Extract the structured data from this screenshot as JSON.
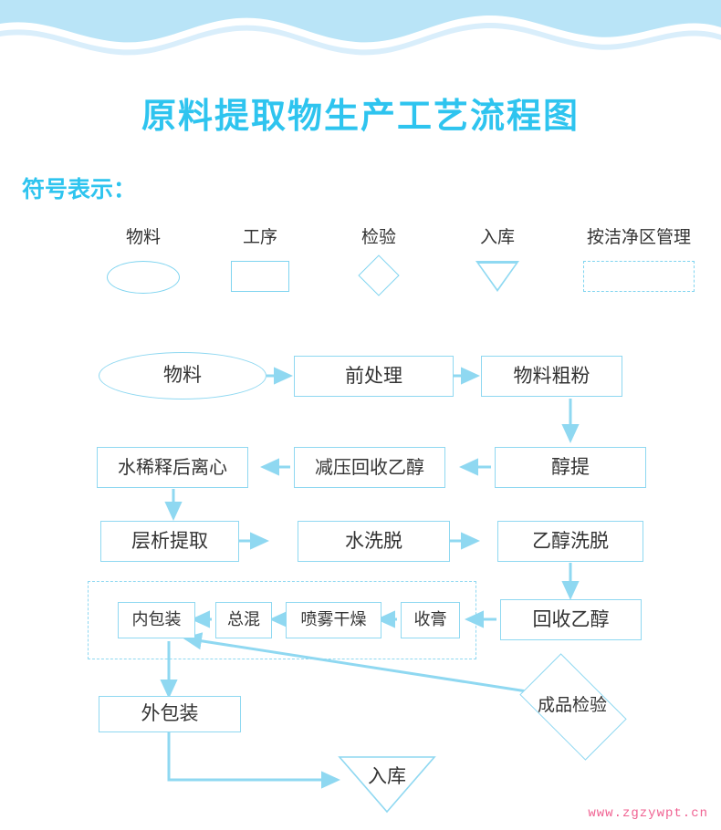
{
  "page": {
    "title": "原料提取物生产工艺流程图",
    "legend_title": "符号表示：",
    "watermark": "www.zgzywpt.cn",
    "accent_color": "#2ec4ef",
    "line_color": "#8fd8f1",
    "wave_color": "#b9e4f7",
    "watermark_color": "#f06292"
  },
  "legend": {
    "items": [
      {
        "label": "物料",
        "shape": "ellipse"
      },
      {
        "label": "工序",
        "shape": "rect"
      },
      {
        "label": "检验",
        "shape": "diamond"
      },
      {
        "label": "入库",
        "shape": "triangle"
      },
      {
        "label": "按洁净区管理",
        "shape": "dashed-rect"
      }
    ]
  },
  "flow": {
    "nodes": [
      {
        "id": "n1",
        "label": "物料",
        "shape": "ellipse"
      },
      {
        "id": "n2",
        "label": "前处理",
        "shape": "rect"
      },
      {
        "id": "n3",
        "label": "物料粗粉",
        "shape": "rect"
      },
      {
        "id": "n4",
        "label": "醇提",
        "shape": "rect"
      },
      {
        "id": "n5",
        "label": "减压回收乙醇",
        "shape": "rect"
      },
      {
        "id": "n6",
        "label": "水稀释后离心",
        "shape": "rect"
      },
      {
        "id": "n7",
        "label": "层析提取",
        "shape": "rect"
      },
      {
        "id": "n8",
        "label": "水洗脱",
        "shape": "rect"
      },
      {
        "id": "n9",
        "label": "乙醇洗脱",
        "shape": "rect"
      },
      {
        "id": "n10",
        "label": "回收乙醇",
        "shape": "rect"
      },
      {
        "id": "n11",
        "label": "收膏",
        "shape": "rect"
      },
      {
        "id": "n12",
        "label": "喷雾干燥",
        "shape": "rect"
      },
      {
        "id": "n13",
        "label": "总混",
        "shape": "rect"
      },
      {
        "id": "n14",
        "label": "内包装",
        "shape": "rect"
      },
      {
        "id": "n15",
        "label": "外包装",
        "shape": "rect"
      },
      {
        "id": "n16",
        "label": "成品检验",
        "shape": "diamond"
      },
      {
        "id": "n17",
        "label": "入库",
        "shape": "triangle"
      }
    ],
    "clean_zone_label": "按洁净区管理"
  }
}
